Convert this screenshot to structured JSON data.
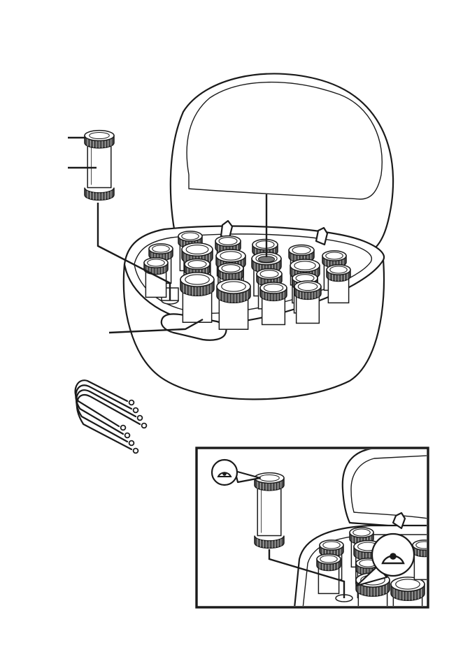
{
  "figure": {
    "description_free": true,
    "colors": {
      "line": "#1a1a1a",
      "fill": "#ffffff",
      "knurl": "#4a4a4a",
      "dot": "#777777"
    },
    "parts": [
      {
        "id": "roller-cap-pointer",
        "icon": "leader-line"
      },
      {
        "id": "roller-body-pointer",
        "icon": "leader-line"
      },
      {
        "id": "heating-post-pointer",
        "icon": "leader-line"
      },
      {
        "id": "indicator-dot-pointer",
        "icon": "leader-line"
      },
      {
        "id": "handle-pointer",
        "icon": "leader-line"
      }
    ],
    "inset": {
      "callouts": [
        {
          "id": "small-dot-callout",
          "icon": "half-circle-dot-icon"
        },
        {
          "id": "large-dot-callout",
          "icon": "half-circle-dot-icon"
        }
      ]
    },
    "clips": {
      "count": 4,
      "icon": "u-clip-icon"
    }
  }
}
